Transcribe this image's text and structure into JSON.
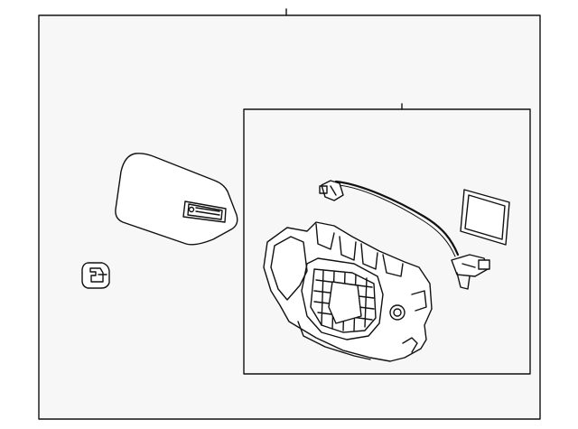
{
  "diagram": {
    "background": "#ffffff",
    "panel_fill": "#f7f7f7",
    "stroke": "#111111",
    "parts": [
      "mirror-glass",
      "clip",
      "sub-assembly",
      "wiring-harness",
      "pad",
      "housing"
    ]
  }
}
